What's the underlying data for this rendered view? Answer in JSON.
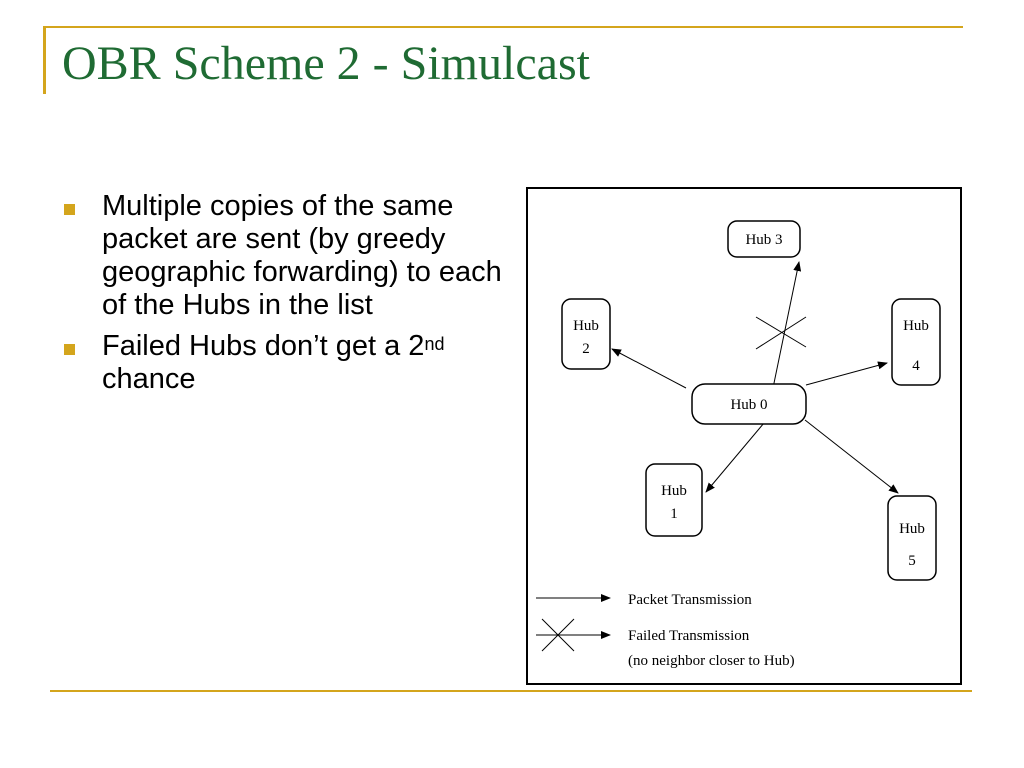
{
  "slide": {
    "title": "OBR Scheme 2 - Simulcast",
    "bullets": [
      {
        "text": "Multiple copies of the same packet are sent (by greedy geographic forwarding) to each of the Hubs in the list"
      },
      {
        "pre": "Failed Hubs don’t get a 2",
        "sup": "nd",
        "post": " chance"
      }
    ]
  },
  "diagram": {
    "nodes": {
      "hub0": "Hub 0",
      "hub1": [
        "Hub",
        "1"
      ],
      "hub2": [
        "Hub",
        "2"
      ],
      "hub3": "Hub 3",
      "hub4": [
        "Hub",
        "4"
      ],
      "hub5": [
        "Hub",
        "5"
      ]
    },
    "legend": {
      "packet": "Packet Transmission",
      "failed": "Failed Transmission",
      "failed_note": "(no neighbor closer to Hub)"
    }
  },
  "colors": {
    "title": "#1f6b33",
    "accent": "#d4a51c"
  }
}
